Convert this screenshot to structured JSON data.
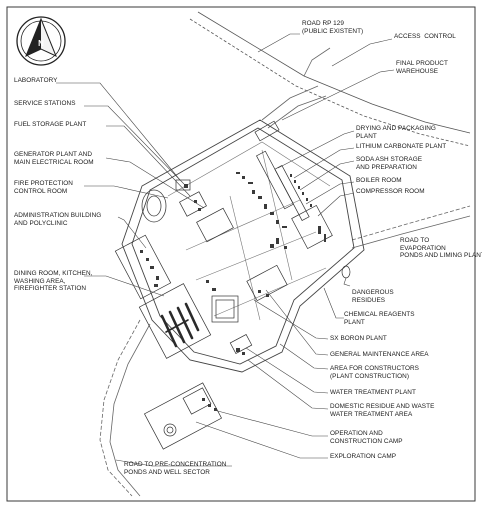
{
  "labels": {
    "road_rp129": "ROAD RP 129\n(PUBLIC EXISTENT)",
    "access_control": "ACCESS  CONTROL",
    "final_product_warehouse": "FINAL PRODUCT\nWAREHOUSE",
    "laboratory": "LABORATORY",
    "service_stations": "SERVICE STATIONS",
    "fuel_storage_plant": "FUEL STORAGE PLANT",
    "generator_plant": "GENERATOR PLANT AND\nMAIN ELECTRICAL ROOM",
    "fire_protection": "FIRE PROTECTION\nCONTROL ROOM",
    "administration": "ADMINISTRATION BUILDING\nAND POLYCLINIC",
    "dining_room": "DINING ROOM, KITCHEN,\nWASHING AREA,\nFIREFIGHTER STATION",
    "drying_packaging": "DRYING AND PACKAGING\nPLANT",
    "lithium_carbonate": "LITHIUM CARBONATE PLANT",
    "soda_ash": "SODA ASH STORAGE\nAND PREPARATION",
    "boiler_room": "BOILER ROOM",
    "compressor_room": "COMPRESSOR ROOM",
    "road_evaporation": "ROAD TO\nEVAPORATION\nPONDS AND LIMING PLANT",
    "dangerous_residues": "DANGEROUS\nRESIDUES",
    "chemical_reagents": "CHEMICAL REAGENTS\nPLANT",
    "sx_boron": "SX BORON PLANT",
    "general_maintenance": "GENERAL MAINTENANCE AREA",
    "area_constructors": "AREA FOR CONSTRUCTORS\n(PLANT CONSTRUCTION)",
    "water_treatment": "WATER TREATMENT PLANT",
    "domestic_residue": "DOMESTIC RESIDUE AND WASTE\nWATER TREATMENT AREA",
    "operation_camp": "OPERATION AND\nCONSTRUCTION CAMP",
    "exploration_camp": "EXPLORATION CAMP",
    "road_preconcentration": "ROAD TO PRE-CONCENTRATION\nPONDS AND WELL SECTOR"
  },
  "north_arrow": {
    "icon": "north-arrow-icon",
    "letter": "N"
  },
  "colors": {
    "line": "#2a2a2a",
    "light": "#8a8a8a",
    "fill": "#3a3a3a"
  }
}
